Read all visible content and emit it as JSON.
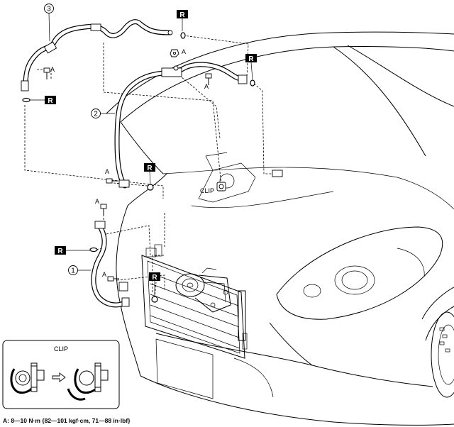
{
  "callouts": {
    "num1": "1",
    "num2": "2",
    "num3": "3"
  },
  "labels": {
    "a": "A",
    "replace": "R",
    "clip": "CLIP",
    "clip_box_title": "CLIP"
  },
  "torque_note": "A: 8—10 N·m {82—101 kgf·cm, 71—88 in·lbf}"
}
